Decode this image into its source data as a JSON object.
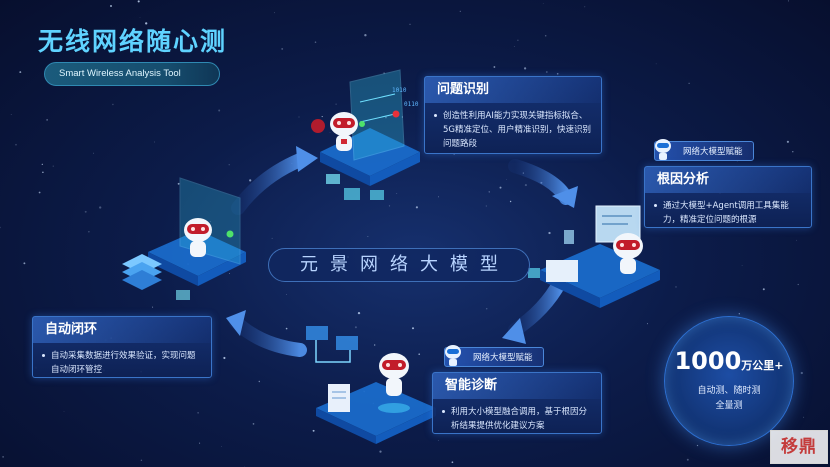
{
  "page": {
    "title": "无线网络随心测",
    "subtitle": "Smart Wireless Analysis Tool"
  },
  "center_label": "元景网络大模型",
  "cards": {
    "problem_identification": {
      "title": "问题识别",
      "text": "创造性利用AI能力实现关键指标拟合、5G精准定位、用户精准识别，快速识别问题路段"
    },
    "root_cause": {
      "tag": "网络大模型赋能",
      "title": "根因分析",
      "text": "通过大模型+Agent调用工具集能力，精准定位问题的根源"
    },
    "closed_loop": {
      "title": "自动闭环",
      "text": "自动采集数据进行效果验证，实现问题自动闭环管控"
    },
    "diagnosis": {
      "tag": "网络大模型赋能",
      "title": "智能诊断",
      "text": "利用大小模型融合调用，基于根因分析结果提供优化建议方案"
    }
  },
  "stat": {
    "value": "1000",
    "unit": "万公里+",
    "line1": "自动测、随时测",
    "line2": "全量测"
  },
  "watermark": "移鼎",
  "colors": {
    "title": "#5fd3ff",
    "card_border": "#3a74c8",
    "background": "#0c1c4a",
    "accent_red": "#e8313a"
  }
}
